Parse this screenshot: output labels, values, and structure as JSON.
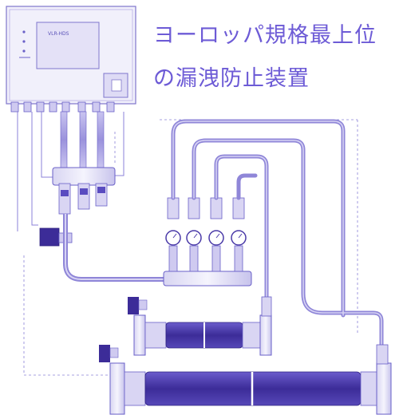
{
  "heading": {
    "line1": "ヨーロッパ規格最上位",
    "line2": "の漏洩防止装置"
  },
  "control_panel": {
    "label": "VLR-HDS"
  },
  "colors": {
    "heading": "#6d5bd6",
    "line": "#8b82d8",
    "pipe": "#a39cdf",
    "pipe_dark": "#6a60c8",
    "filter_body": "#4a3aa8",
    "panel_fill": "#efeefa"
  },
  "icons": [
    "pressure-gauge-icon",
    "solenoid-valve-icon",
    "flange-icon"
  ]
}
